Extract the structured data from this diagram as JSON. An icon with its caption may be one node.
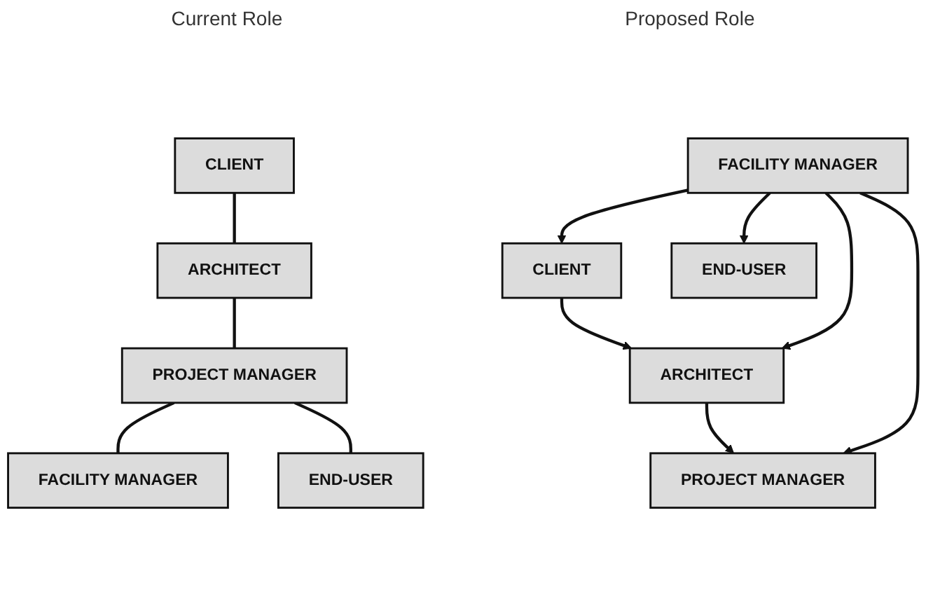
{
  "diagram": {
    "nodes": [
      {
        "text": [
          "CLIENT"
        ]
      },
      {
        "text": [
          "ARCHITECT"
        ]
      },
      {
        "text": [
          "PROJECT MANAGER"
        ]
      },
      {
        "text": [
          "FACILITY MANAGER"
        ]
      },
      {
        "text": [
          "END-USER"
        ]
      },
      {
        "text": [
          "CLIENT"
        ]
      },
      {
        "text": [
          "ARCHITECT"
        ]
      },
      {
        "text": [
          "PROJECT MANAGER"
        ]
      },
      {
        "text": [
          "FACILITY MANAGER"
        ]
      },
      {
        "text": [
          "END-USER"
        ]
      }
    ],
    "edges": [
      {
        "from": 0,
        "to": 1,
        "arrow": "none"
      },
      {
        "from": 1,
        "to": 2,
        "arrow": "none"
      },
      {
        "from": 2,
        "to": 3,
        "arrow": "none"
      },
      {
        "from": 2,
        "to": 4,
        "arrow": "none"
      },
      {
        "from": 5,
        "to": 6,
        "arrow": "to"
      },
      {
        "from": 6,
        "to": 7,
        "arrow": "to"
      },
      {
        "from": 8,
        "to": 5,
        "arrow": "to"
      },
      {
        "from": 8,
        "to": 6,
        "arrow": "to"
      },
      {
        "from": 8,
        "to": 7,
        "arrow": "to"
      },
      {
        "from": 8,
        "to": 9,
        "arrow": "to"
      }
    ],
    "labels": [
      "Current Role",
      "Proposed Role"
    ]
  }
}
